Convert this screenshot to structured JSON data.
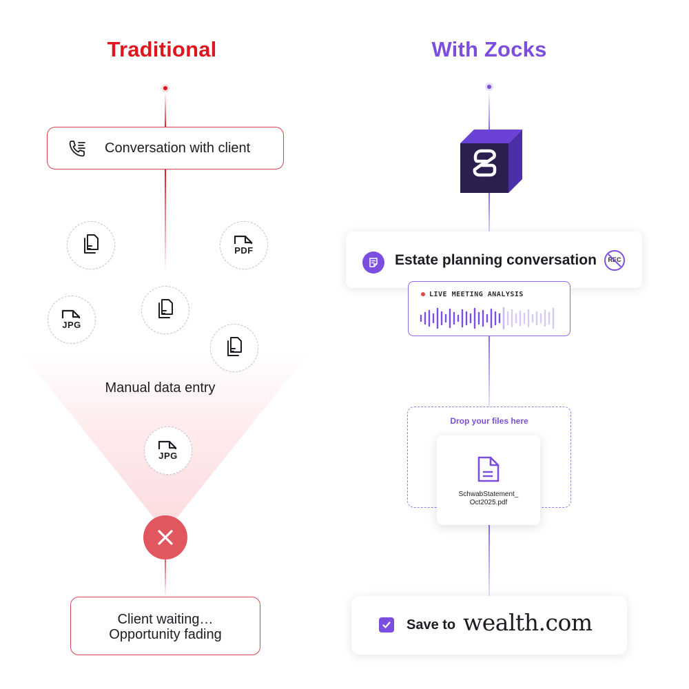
{
  "traditional": {
    "title": "Traditional",
    "conversation_label": "Conversation with client",
    "file_badges": [
      "PDF",
      "JPG",
      "JPG"
    ],
    "manual_label": "Manual data entry",
    "outcome_line1": "Client waiting…",
    "outcome_line2": "Opportunity fading"
  },
  "zocks": {
    "title": "With Zocks",
    "conversation_label": "Estate planning conversation",
    "rec_badge": "REC",
    "live_label": "LIVE MEETING ANALYSIS",
    "drop_label": "Drop your files here",
    "file_name_line1": "SchwabStatement_",
    "file_name_line2": "Oct2025.pdf",
    "save_label": "Save to",
    "save_brand": "wealth.com"
  },
  "colors": {
    "traditional_accent": "#e0161f",
    "zocks_accent": "#7c4ee0",
    "logo_front": "#2a1f4e",
    "logo_top": "#6a42d6",
    "logo_side": "#4a2fa8"
  },
  "icons": {
    "conversation": "phone-list-icon",
    "document": "documents-icon",
    "note": "note-icon",
    "no_record": "no-record-icon",
    "error": "close-icon",
    "checkbox": "checked-checkbox-icon"
  }
}
